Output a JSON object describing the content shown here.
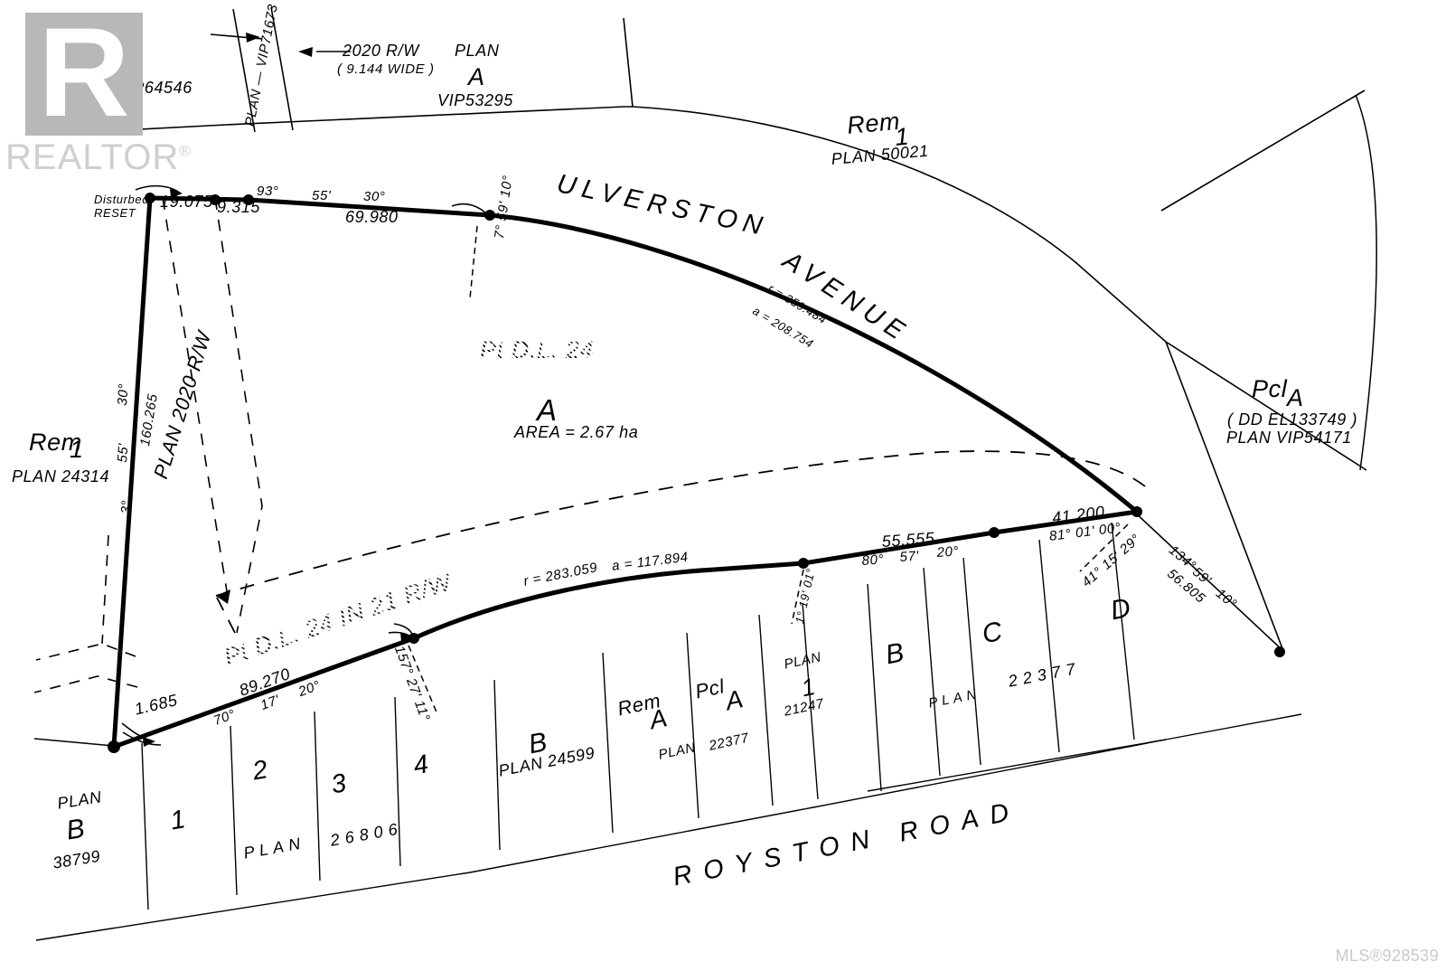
{
  "document": {
    "type": "cadastral-survey-plan",
    "mls_id": "MLS®928539",
    "watermark": {
      "brand": "REALTOR",
      "registered_mark": "®",
      "logo_letter": "R"
    }
  },
  "streets": {
    "ulverston": "ULVERSTON",
    "avenue": "AVENUE",
    "royston_road": "ROYSTON  ROAD"
  },
  "subject_parcel": {
    "district_lot": "Pt D.L. 24",
    "lot_letter": "A",
    "area": "AREA = 2.67 ha"
  },
  "row": {
    "dl24_in_21": "Pt D.L. 24 IN 21 R/W",
    "plan_2020": "PLAN 2020 R/W",
    "rw_2020_title": "2020 R/W",
    "rw_2020_width": "( 9.144  WIDE )",
    "plan_vip71673": "PLAN  —  VIP71673"
  },
  "monuments": {
    "disturbed_reset_line1": "Disturbed,",
    "disturbed_reset_line2": "RESET"
  },
  "neighbour_parcels": [
    {
      "name": "plan-vip64546",
      "lot": "1",
      "plan": "PLAN VIP64546"
    },
    {
      "name": "plan-vip53295",
      "lot": "A",
      "plan_word": "PLAN",
      "plan": "VIP53295"
    },
    {
      "name": "rem-1-plan-50021",
      "rem": "Rem",
      "lot": "1",
      "plan": "PLAN  50021"
    },
    {
      "name": "rem-1-plan-24314",
      "rem": "Rem",
      "lot": "1",
      "plan": "PLAN  24314"
    },
    {
      "name": "pcl-a-vip54171",
      "pcl": "Pcl",
      "lot": "A",
      "dd": "( DD EL133749 )",
      "plan": "PLAN  VIP54171"
    },
    {
      "name": "plan-b-38799",
      "plan_word": "PLAN",
      "lot": "B",
      "plan_num": "38799"
    },
    {
      "name": "plan-26806",
      "lots": [
        "1",
        "2",
        "3",
        "4"
      ],
      "plan_word": "P L A N",
      "plan_num": "2 6 8 0 6"
    },
    {
      "name": "b-plan-24599",
      "lot": "B",
      "plan": "PLAN  24599"
    },
    {
      "name": "rem-a-plan-22377",
      "rem": "Rem",
      "lot": "A",
      "plan_word": "PLAN",
      "plan_num": "22377"
    },
    {
      "name": "pcl-a-plan-22377",
      "pcl": "Pcl",
      "lot": "A",
      "plan_num": "22377"
    },
    {
      "name": "plan-1-21247",
      "plan_word": "PLAN",
      "lot": "1",
      "plan_num": "21247"
    },
    {
      "name": "b-c-d-plan-22377",
      "lots": [
        "B",
        "C",
        "D"
      ],
      "plan_word": "P L A N",
      "plan_num": "2 2 3 7 7"
    }
  ],
  "dimensions": {
    "north_19075": "19.075",
    "north_9315": "9.315",
    "north_69980": "69.980",
    "brg_93_55_30_d": "93°",
    "brg_93_55_30_m": "55'",
    "brg_93_55_30_s": "30°",
    "brg_7_59_10": "7° 59' 10°",
    "arc_r_ulverston": "r = 359.484",
    "arc_a_ulverston": "a = 208.754",
    "brg_134_59_10_d": "134°",
    "brg_134_59_10_m": "59'",
    "brg_134_59_10_s": "10°",
    "len_56805": "56.805",
    "brg_41_15_29": "41° 15' 29°",
    "len_41200": "41.200",
    "brg_81_01_00": "81° 01' 00°",
    "len_55555": "55.555",
    "brg_80_57_20_d": "80°",
    "brg_80_57_20_m": "57'",
    "brg_80_57_20_s": "20°",
    "brg_1_19_01": "1° 19' 01°",
    "arc_r_royston": "r = 283.059",
    "arc_a_royston": "a = 117.894",
    "brg_157_27_11": "157° 27' 11°",
    "len_89270": "89.270",
    "brg_70_17_20_d": "70°",
    "brg_70_17_20_m": "17'",
    "brg_70_17_20_s": "20°",
    "len_1685": "1.685",
    "len_160265": "160.265",
    "brg_30_55_3_d": "30°",
    "brg_30_55_3_m": "55'",
    "brg_30_55_3_s": "3°"
  },
  "colors": {
    "ink": "#000000",
    "paper": "#ffffff",
    "watermark_box": "#b8b8b8",
    "watermark_text": "#cfcfcf",
    "mls_text": "#c9c9c9"
  }
}
